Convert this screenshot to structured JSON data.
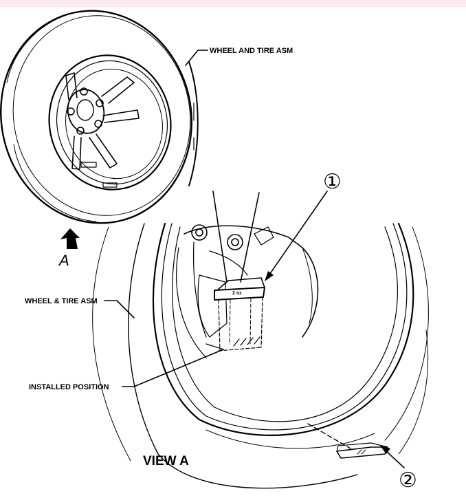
{
  "banner_color": "#fbe9ef",
  "labels": {
    "wheel_tire_asm_top": "WHEEL AND TIRE ASM",
    "wheel_tire_asm_left": "WHEEL & TIRE ASM",
    "installed_position": "INSTALLED POSITION",
    "view_a": "VIEW A",
    "view_arrow_letter": "A",
    "callout_1": "①",
    "callout_2": "②"
  },
  "icons": [
    "view-direction-arrow",
    "callout-1-circle",
    "callout-2-circle",
    "balance-weight"
  ]
}
